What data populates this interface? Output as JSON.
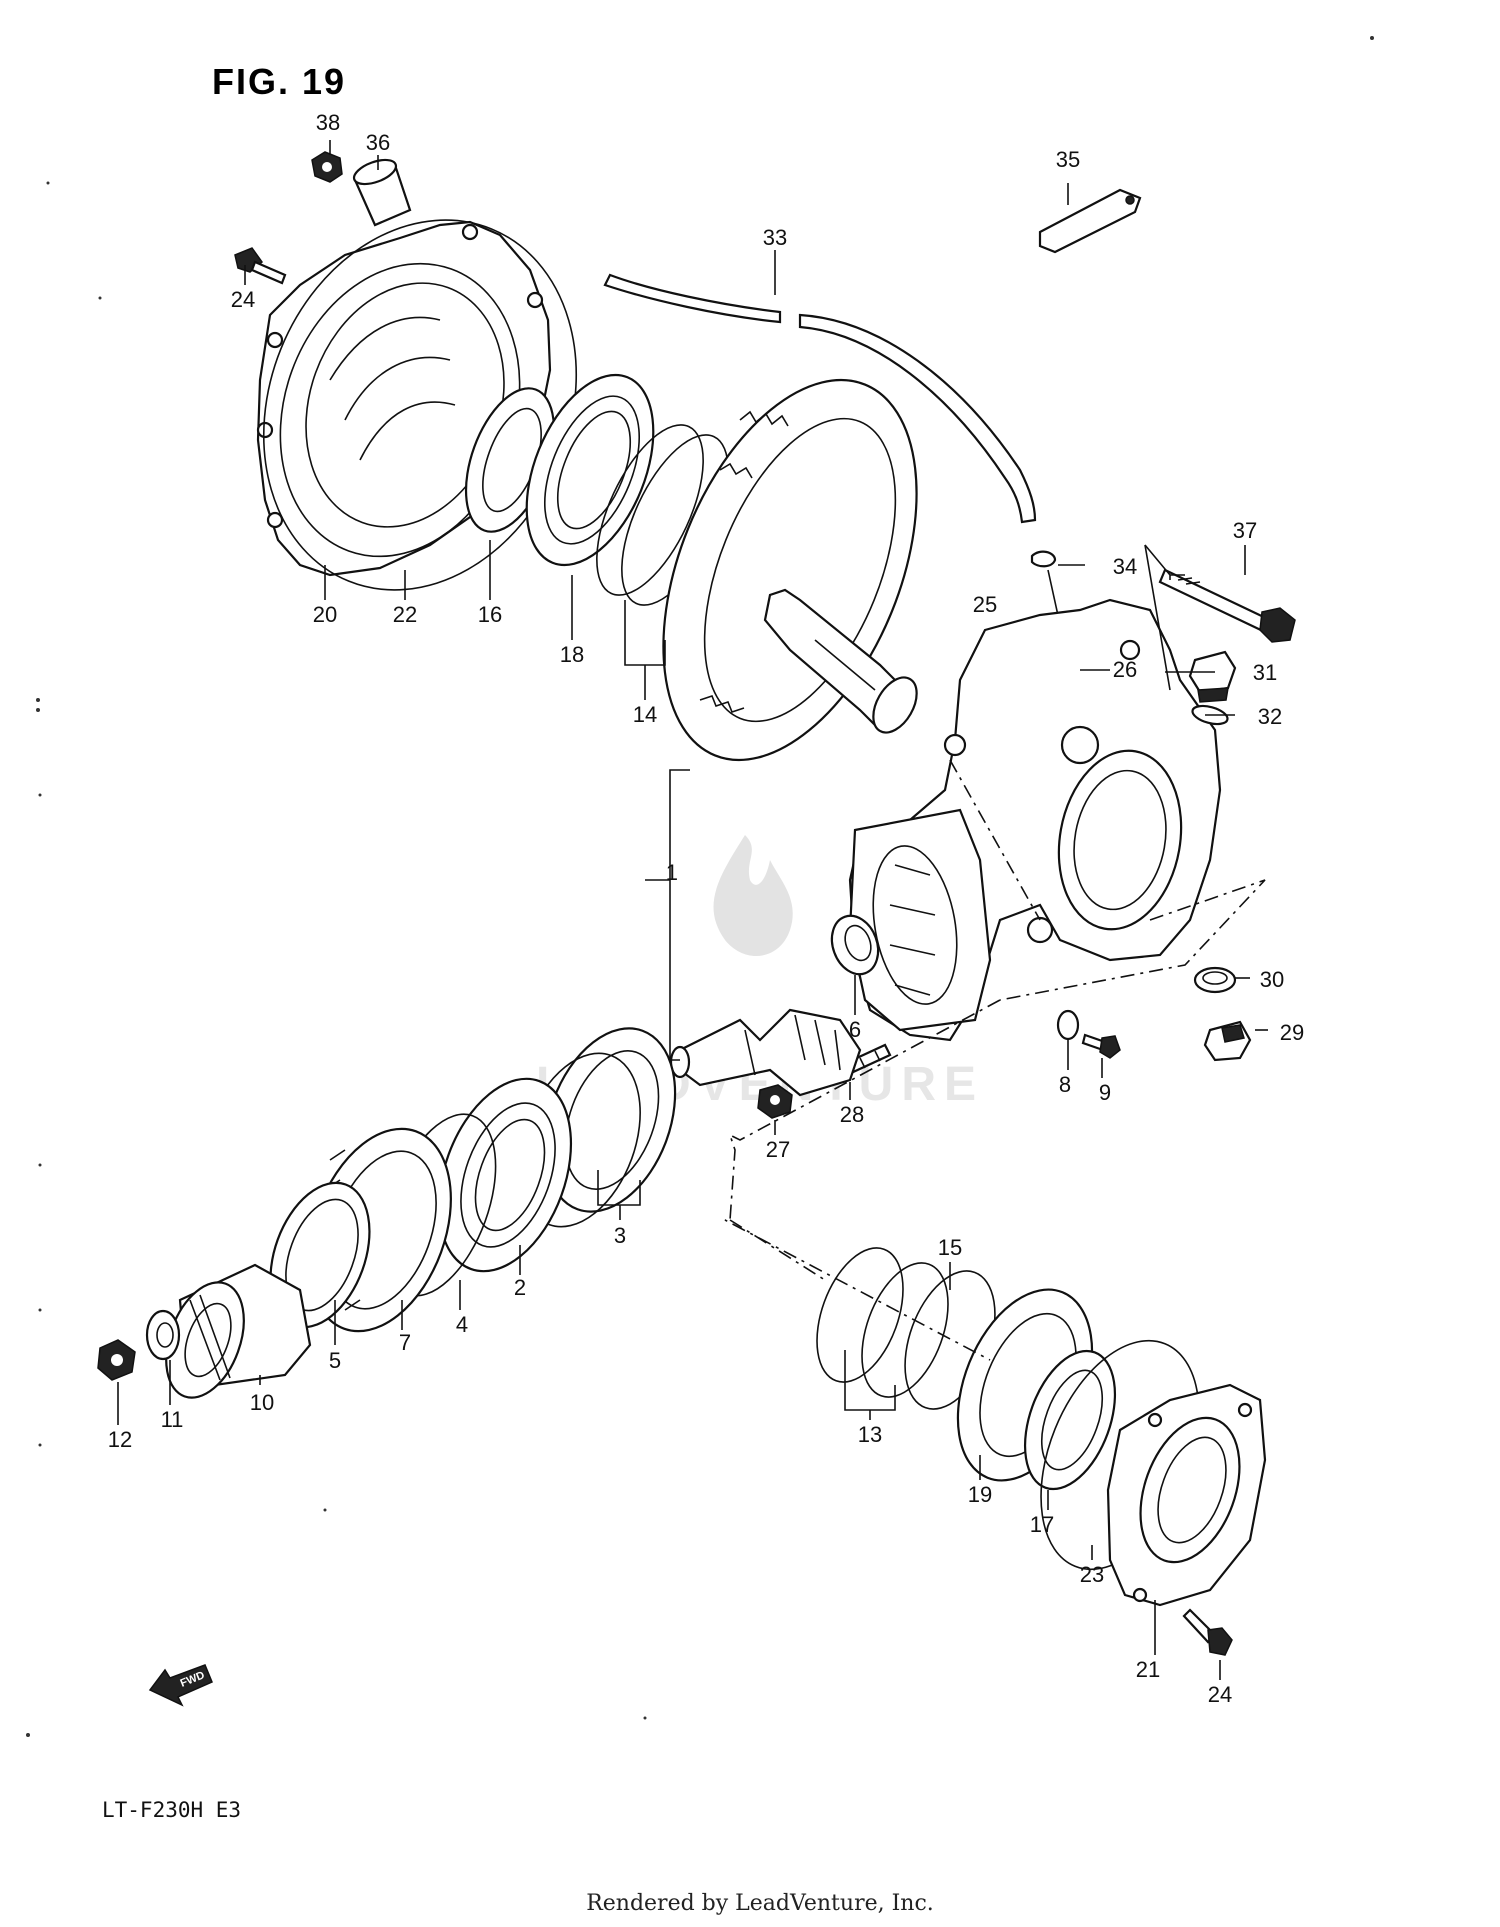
{
  "figure_title": "FIG. 19",
  "model_code": "LT-F230H E3",
  "footer_credit": "Rendered by LeadVenture, Inc.",
  "watermark_text": "LEADVENTURE",
  "fwd_label": "FWD",
  "part_numbers": [
    "1",
    "2",
    "3",
    "4",
    "5",
    "6",
    "7",
    "8",
    "9",
    "10",
    "11",
    "12",
    "13",
    "14",
    "15",
    "16",
    "17",
    "18",
    "19",
    "20",
    "21",
    "22",
    "23",
    "24",
    "24",
    "25",
    "26",
    "27",
    "28",
    "29",
    "30",
    "31",
    "32",
    "33",
    "34",
    "35",
    "36",
    "37",
    "38"
  ]
}
